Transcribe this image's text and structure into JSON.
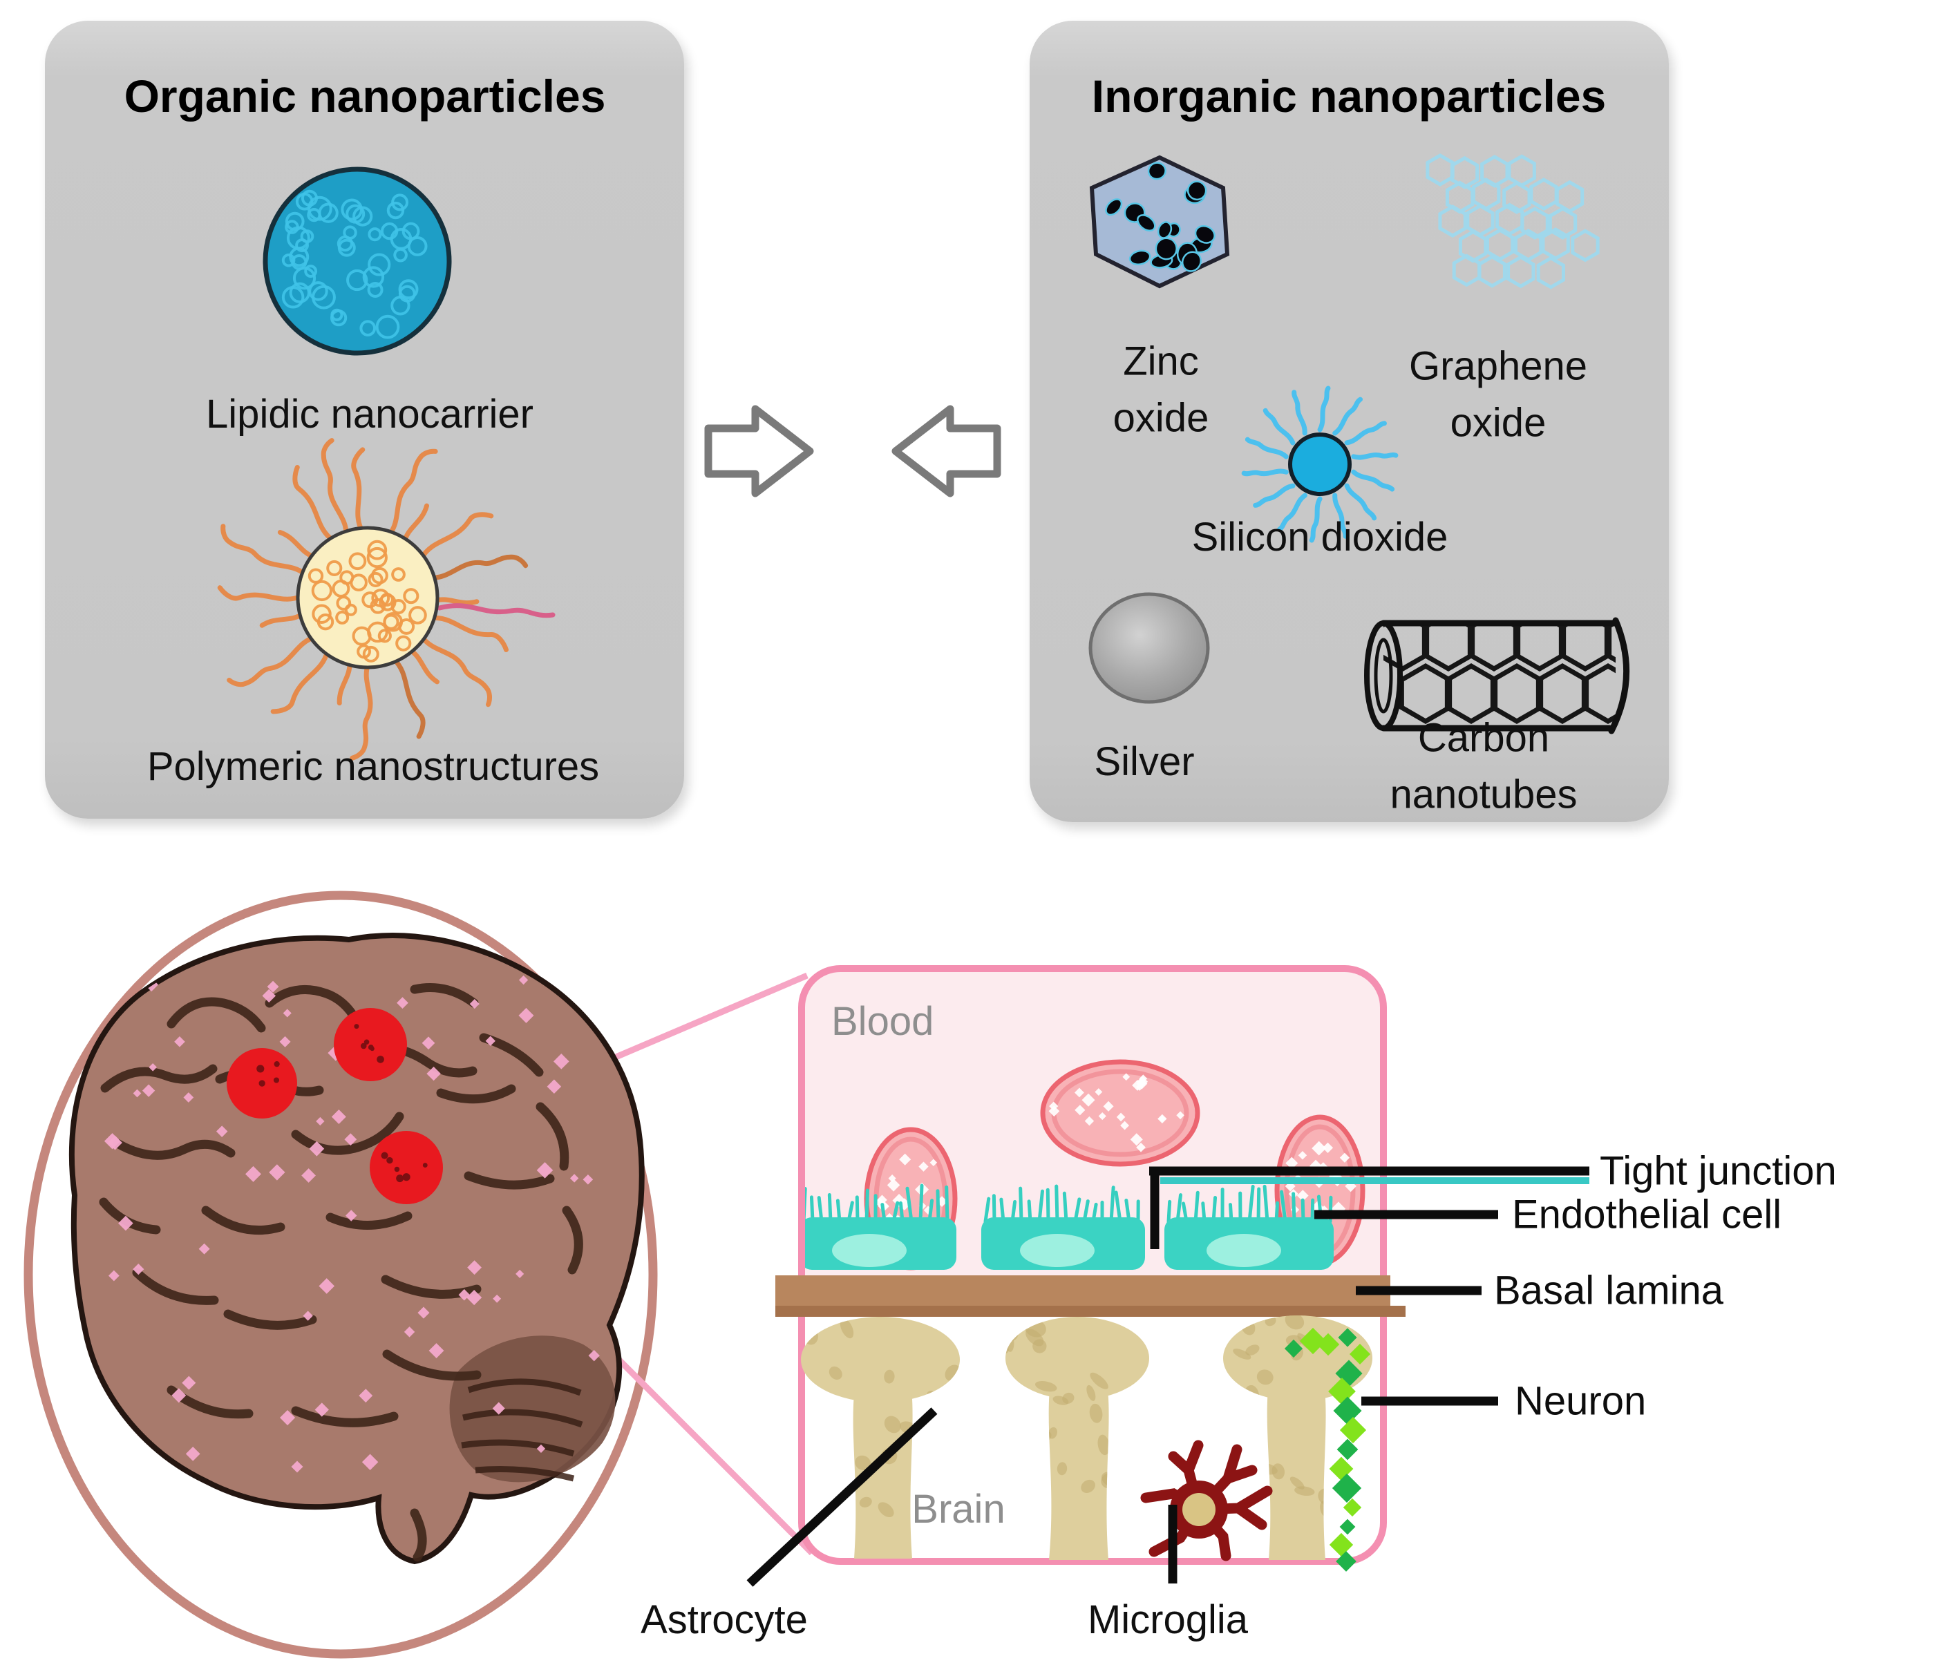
{
  "organic": {
    "title": "Organic nanoparticles",
    "lipidic_label": "Lipidic nanocarrier",
    "polymeric_label": "Polymeric nanostructures"
  },
  "inorganic": {
    "title": "Inorganic nanoparticles",
    "zinc_label": "Zinc\noxide",
    "graphene_label": "Graphene\noxide",
    "silicon_label": "Silicon dioxide",
    "silver_label": "Silver",
    "carbon_label": "Carbon\nnanotubes"
  },
  "bbb": {
    "blood_label": "Blood",
    "brain_label": "Brain",
    "tight_junction_label": "Tight junction",
    "endothelial_label": "Endothelial cell",
    "basal_lamina_label": "Basal lamina",
    "neuron_label": "Neuron",
    "astrocyte_label": "Astrocyte",
    "microglia_label": "Microglia"
  },
  "icons": {
    "lipidic": "lipidic-nanocarrier-icon",
    "polymeric": "polymeric-nanostructure-icon",
    "zinc": "zinc-oxide-hexagon-icon",
    "graphene": "graphene-oxide-honeycomb-icon",
    "silicon": "silicon-dioxide-particle-icon",
    "silver": "silver-particle-icon",
    "carbon": "carbon-nanotube-icon",
    "arrows": "facing-block-arrows-icon",
    "brain": "brain-icon",
    "rbc": "red-blood-cell-icon",
    "endothelial": "endothelial-cell-icon",
    "astrocyte": "astrocyte-endfoot-icon",
    "microglia": "microglia-cell-icon",
    "neuron": "neuron-bead-icon"
  },
  "colors": {
    "panel_gray": "#c7c7c7",
    "lipidic_blue": "#1e9ec6",
    "polymeric_core": "#faefc2",
    "tentacle_orange": "#e58a4b",
    "zinc_fill": "#a6bad6",
    "graphene_cyan": "#9ed9ee",
    "silicon_blue": "#1badde",
    "silver_gray": "#a5a5a5",
    "arrow_gray": "#7a7a7a",
    "ring_rose": "#c5877d",
    "brain_base": "#a87a6c",
    "lesion_red": "#e8191f",
    "wedge_pink": "#f6a5c4",
    "bbb_border_pink": "#f48fb1",
    "blood_bg": "#fcebee",
    "rbc_pink": "#f8b2b6",
    "endothelial_teal": "#3bd3c3",
    "basal_brown": "#b8865e",
    "astrocyte_tan": "#decf9d",
    "microglia_darkred": "#8c1414",
    "neuron_green": "#83e31c",
    "neuron_dark_green": "#1fb24a",
    "label_black": "#0d0d0d",
    "region_gray": "#8e8e8e"
  }
}
